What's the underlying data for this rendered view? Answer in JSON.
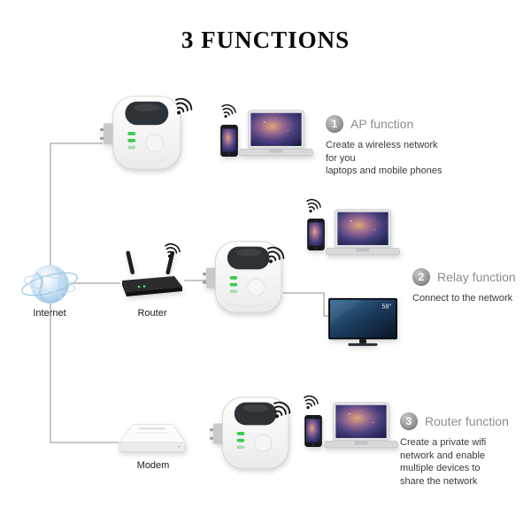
{
  "title": "3 FUNCTIONS",
  "sections": [
    {
      "number": "1",
      "heading": "AP function",
      "description": "Create a wireless network for you\nlaptops and mobile phones"
    },
    {
      "number": "2",
      "heading": "Relay function",
      "description": "Connect to the network"
    },
    {
      "number": "3",
      "heading": "Router function",
      "description": "Create a private wifi\nnetwork and enable\nmultiple devices to\nshare the network"
    }
  ],
  "labels": {
    "internet": "Internet",
    "router": "Router",
    "modem": "Modem",
    "tv_size": "58\""
  },
  "scene": {
    "rows": [
      {
        "devices": [
          "wifi-repeater",
          "smartphone",
          "laptop"
        ]
      },
      {
        "devices": [
          "internet-globe",
          "router",
          "wifi-repeater",
          "smartphone",
          "laptop",
          "tv"
        ]
      },
      {
        "devices": [
          "modem",
          "wifi-repeater",
          "smartphone",
          "laptop"
        ]
      }
    ]
  },
  "colors": {
    "background": "#ffffff",
    "heading_gray": "#8d8d8d",
    "text_dark": "#3a3a3a",
    "connector_gray": "#8f8f8f",
    "led_green": "#3ecb52",
    "badge_gray": "#9a9a9a"
  }
}
